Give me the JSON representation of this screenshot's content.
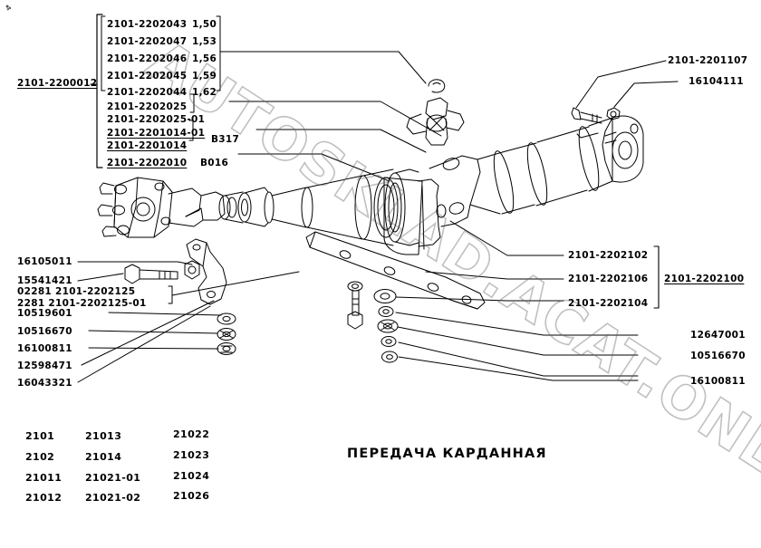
{
  "document": {
    "title": "ПЕРЕДАЧА КАРДАННАЯ",
    "watermark": "AUTOSKLAD.ACAT.ONLINE"
  },
  "assembly": {
    "main_label": "2101-2200012",
    "group_label": "2101-2202100"
  },
  "shim_group": [
    {
      "part": "2101-2202043",
      "thickness": "1,50"
    },
    {
      "part": "2101-2202047",
      "thickness": "1,53"
    },
    {
      "part": "2101-2202046",
      "thickness": "1,56"
    },
    {
      "part": "2101-2202045",
      "thickness": "1,59"
    },
    {
      "part": "2101-2202044",
      "thickness": "1,62"
    }
  ],
  "bracket_groups": [
    {
      "lines": [
        "2101-2202025",
        "2101-2202025-01"
      ],
      "note": ""
    },
    {
      "lines": [
        "2101-2201014-01",
        "2101-2201014"
      ],
      "note": "B317"
    }
  ],
  "single_items": [
    {
      "part": "2101-2202010",
      "note": "B016"
    }
  ],
  "left_callouts": [
    {
      "label": "16105011"
    },
    {
      "label": "15541421"
    },
    {
      "label": "02281  2101-2202125"
    },
    {
      "label": "2281  2101-2202125-01"
    },
    {
      "label": "10519601"
    },
    {
      "label": "10516670"
    },
    {
      "label": "16100811"
    },
    {
      "label": "12598471"
    },
    {
      "label": "16043321"
    }
  ],
  "right_callouts_top": [
    {
      "label": "2101-2201107"
    },
    {
      "label": "16104111"
    }
  ],
  "right_callouts_mid": [
    {
      "label": "2101-2202102"
    },
    {
      "label": "2101-2202106"
    },
    {
      "label": "2101-2202104"
    }
  ],
  "right_callouts_bottom": [
    {
      "label": "12647001"
    },
    {
      "label": "10516670"
    },
    {
      "label": "16100811"
    }
  ],
  "model_legend": {
    "col1": [
      "2101",
      "2102",
      "21011",
      "21012"
    ],
    "col2": [
      "21013",
      "21014",
      "21021-01",
      "21021-02"
    ],
    "col3": [
      "21022",
      "21023",
      "21024",
      "21026"
    ]
  },
  "colors": {
    "line": "#000000",
    "background": "#ffffff",
    "watermark": "#5a5a5a"
  }
}
